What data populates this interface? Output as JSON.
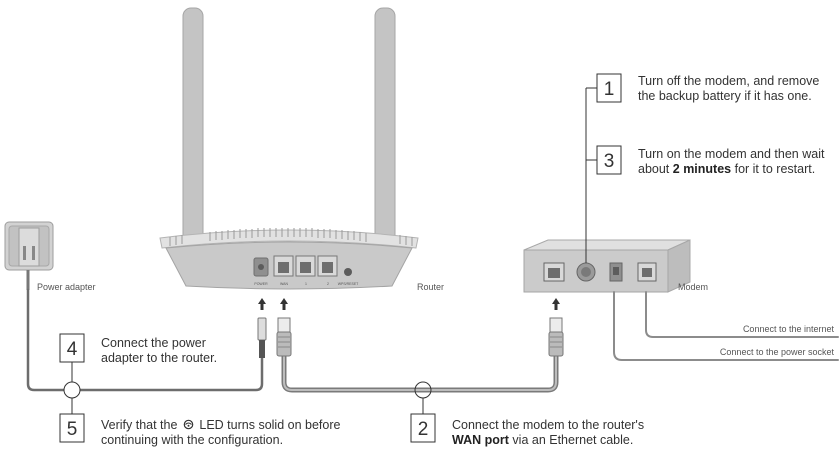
{
  "labels": {
    "power_adapter": "Power adapter",
    "router": "Router",
    "modem": "Modem",
    "connect_internet": "Connect to the internet",
    "connect_power_socket": "Connect to the power socket"
  },
  "router_port_labels": [
    "POWER",
    "WAN",
    "1",
    "2",
    "WPS/RESET"
  ],
  "steps": [
    {
      "number": "1",
      "lines": [
        "Turn off the modem, and remove",
        "the backup battery if it has one."
      ]
    },
    {
      "number": "2",
      "line1": "Connect the modem to the router's",
      "line2_bold": "WAN port",
      "line2_rest": " via an Ethernet cable."
    },
    {
      "number": "3",
      "line1": "Turn on the modem and then wait",
      "line2_pre": "about ",
      "line2_bold": "2 minutes",
      "line2_post": " for it to restart."
    },
    {
      "number": "4",
      "lines": [
        "Connect the power",
        "adapter to the router."
      ]
    },
    {
      "number": "5",
      "line1_pre": "Verify that the ",
      "line1_post": " LED turns solid on before",
      "line2": "continuing with the configuration."
    }
  ],
  "colors": {
    "line": "#555555",
    "device": "#c7c7c7",
    "device_dark": "#a8a8a8",
    "cable": "#666666"
  }
}
